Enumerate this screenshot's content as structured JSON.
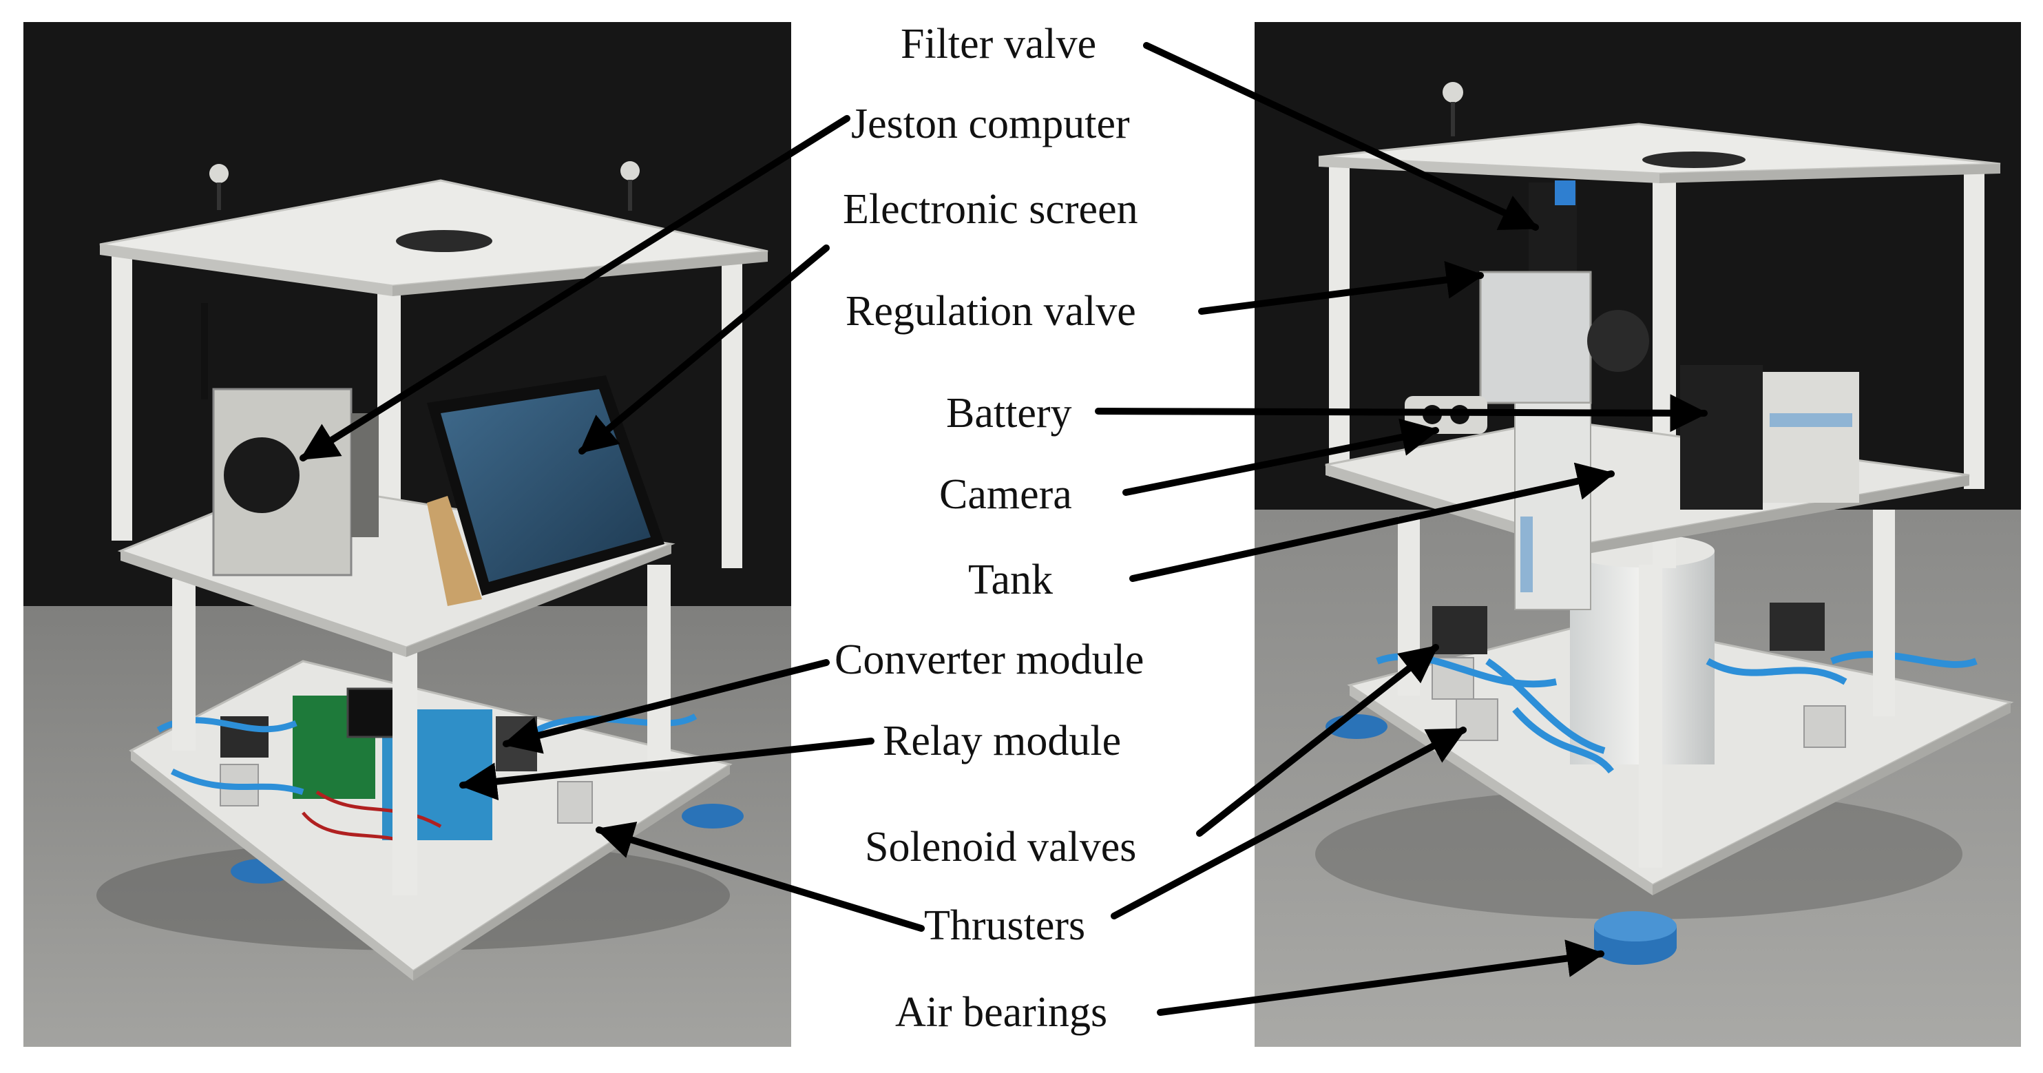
{
  "labels": {
    "filter_valve": "Filter valve",
    "jeston_computer": "Jeston computer",
    "electronic_screen": "Electronic screen",
    "regulation_valve": "Regulation valve",
    "battery": "Battery",
    "camera": "Camera",
    "tank": "Tank",
    "converter_module": "Converter module",
    "relay_module": "Relay module",
    "solenoid_valves": "Solenoid valves",
    "thrusters": "Thrusters",
    "air_bearings": "Air bearings"
  },
  "colors": {
    "backdrop": "#161616",
    "floor": "#8c8c8a",
    "plate": "#e6e6e3",
    "pillar": "#e9e9e6",
    "tubing": "#2d8fd8",
    "bearing": "#2a73b8",
    "arrow": "#000000"
  }
}
